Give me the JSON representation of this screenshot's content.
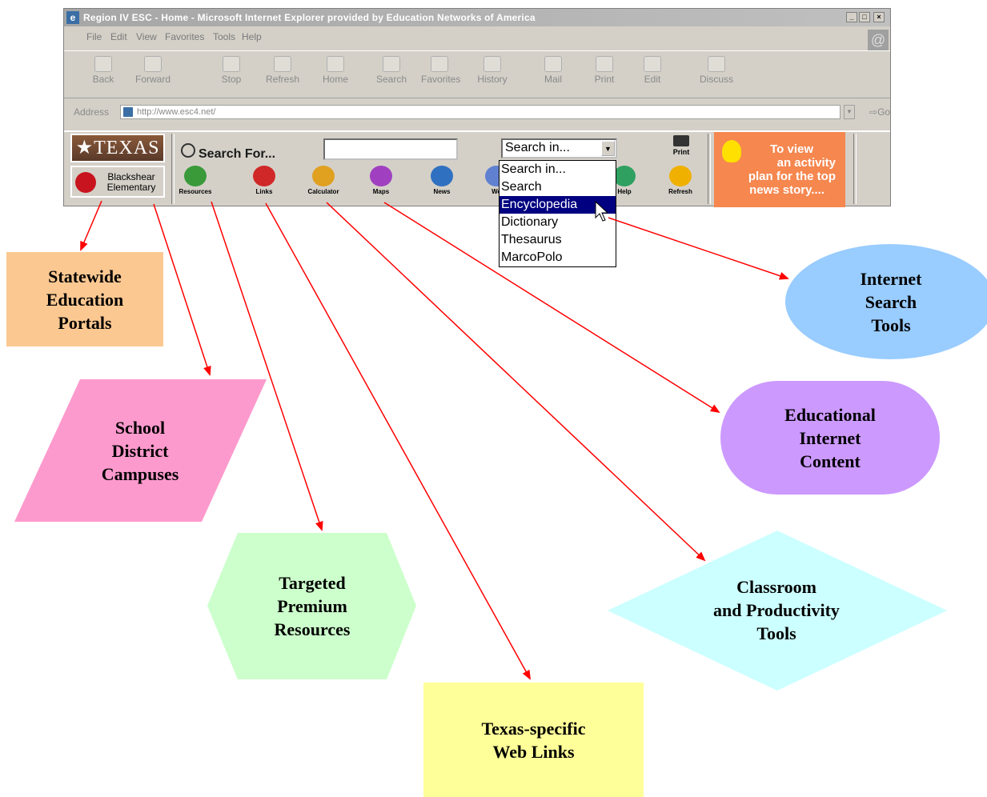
{
  "browser": {
    "title": "Region IV ESC - Home - Microsoft Internet Explorer provided by Education Networks of America",
    "menu": [
      "File",
      "Edit",
      "View",
      "Favorites",
      "Tools",
      "Help"
    ],
    "toolbar": [
      "Back",
      "Forward",
      "Stop",
      "Refresh",
      "Home",
      "Search",
      "Favorites",
      "History",
      "Mail",
      "Print",
      "Edit",
      "Discuss"
    ],
    "address_label": "Address",
    "address_value": "http://www.esc4.net/",
    "go_label": "Go"
  },
  "portal": {
    "texas_logo": "TEXAS",
    "school_line1": "Blackshear",
    "school_line2": "Elementary",
    "search_for": "Search For...",
    "search_select_value": "Search in...",
    "dropdown_options": [
      "Search in...",
      "Search",
      "Encyclopedia",
      "Dictionary",
      "Thesaurus",
      "MarcoPolo"
    ],
    "dropdown_selected": "Encyclopedia",
    "buttons": [
      "Resources",
      "Links",
      "Calculator",
      "Maps",
      "News",
      "We",
      "Help",
      "Refresh"
    ],
    "print_label": "Print",
    "activity_lines": [
      "To view",
      "an activity",
      "plan for the top",
      "news story...."
    ]
  },
  "callouts": {
    "statewide": [
      "Statewide",
      "Education",
      "Portals"
    ],
    "school": [
      "School",
      "District",
      "Campuses"
    ],
    "targeted": [
      "Targeted",
      "Premium",
      "Resources"
    ],
    "texas_links": [
      "Texas-specific",
      "Web Links"
    ],
    "classroom": [
      "Classroom",
      "and Productivity",
      "Tools"
    ],
    "educational": [
      "Educational",
      "Internet",
      "Content"
    ],
    "internet_search": [
      "Internet",
      "Search",
      "Tools"
    ]
  },
  "colors": {
    "statewide": "#fcc891",
    "school": "#fd9acd",
    "targeted": "#ccffcc",
    "texas_links": "#ffff99",
    "classroom": "#ccffff",
    "educational": "#cc99ff",
    "internet_search": "#99ccff",
    "arrow": "#ff0000"
  }
}
